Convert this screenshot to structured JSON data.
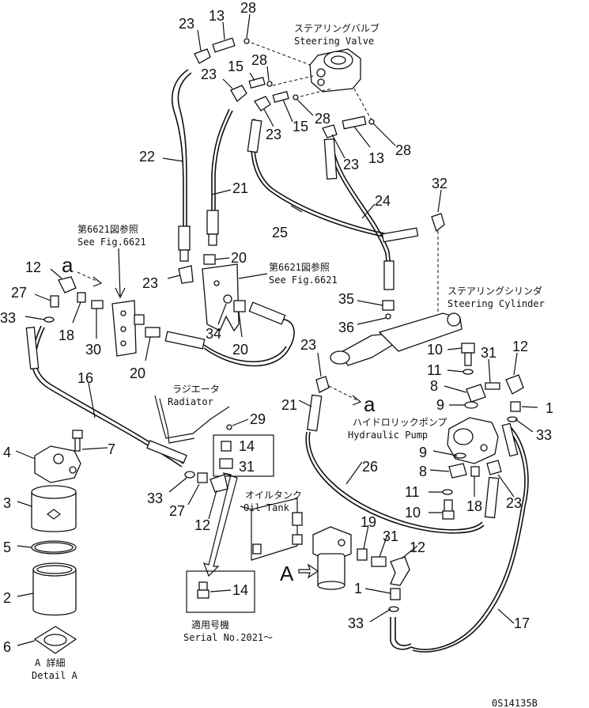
{
  "parts": {
    "steering_valve_jp": "ステアリングバルブ",
    "steering_valve_en": "Steering Valve",
    "steering_cyl_jp": "ステアリングシリンダ",
    "steering_cyl_en": "Steering Cylinder",
    "radiator_jp": "ラジエータ",
    "radiator_en": "Radiator",
    "hyd_pump_jp": "ハイドロリックポンプ",
    "hyd_pump_en": "Hydraulic Pump",
    "oil_tank_jp": "オイルタンク",
    "oil_tank_en": "Oil Tank",
    "see_fig_jp_1": "第6621図参照",
    "see_fig_en_1": "See Fig.6621",
    "see_fig_jp_2": "第6621図参照",
    "see_fig_en_2": "See Fig.6621",
    "serial_jp": "適用号機",
    "serial_en": "Serial No.2021～",
    "detail_jp": "A 詳細",
    "detail_en": "Detail A",
    "ref_a_1": "a",
    "ref_a_2": "a",
    "arrow_a": "A",
    "drawing_code": "0S14135B"
  },
  "callouts": {
    "c28a": "28",
    "c13a": "13",
    "c23a": "23",
    "c23b": "23",
    "c15a": "15",
    "c28b": "28",
    "c23c": "23",
    "c15b": "15",
    "c28c": "28",
    "c23d": "23",
    "c13b": "13",
    "c28d": "28",
    "c22": "22",
    "c21a": "21",
    "c25": "25",
    "c24": "24",
    "c32": "32",
    "c20a": "20",
    "c23e": "23",
    "c12a": "12",
    "c27a": "27",
    "c33a": "33",
    "c18a": "18",
    "c30": "30",
    "c34": "34",
    "c20b": "20",
    "c20c": "20",
    "c35": "35",
    "c36": "36",
    "c10a": "10",
    "c31a": "31",
    "c12b": "12",
    "c11a": "11",
    "c8a": "8",
    "c9a": "9",
    "c1a": "1",
    "c33b": "33",
    "c23f": "23",
    "c21b": "21",
    "c29": "29",
    "c14a": "14",
    "c31b": "31",
    "c16": "16",
    "c4": "4",
    "c7": "7",
    "c3": "3",
    "c5": "5",
    "c2": "2",
    "c6": "6",
    "c33c": "33",
    "c27b": "27",
    "c12c": "12",
    "c26": "26",
    "c9b": "9",
    "c8b": "8",
    "c11b": "11",
    "c10b": "10",
    "c18b": "18",
    "c23g": "23",
    "c19": "19",
    "c31c": "31",
    "c12d": "12",
    "c1b": "1",
    "c33d": "33",
    "c17": "17",
    "c14b": "14"
  }
}
